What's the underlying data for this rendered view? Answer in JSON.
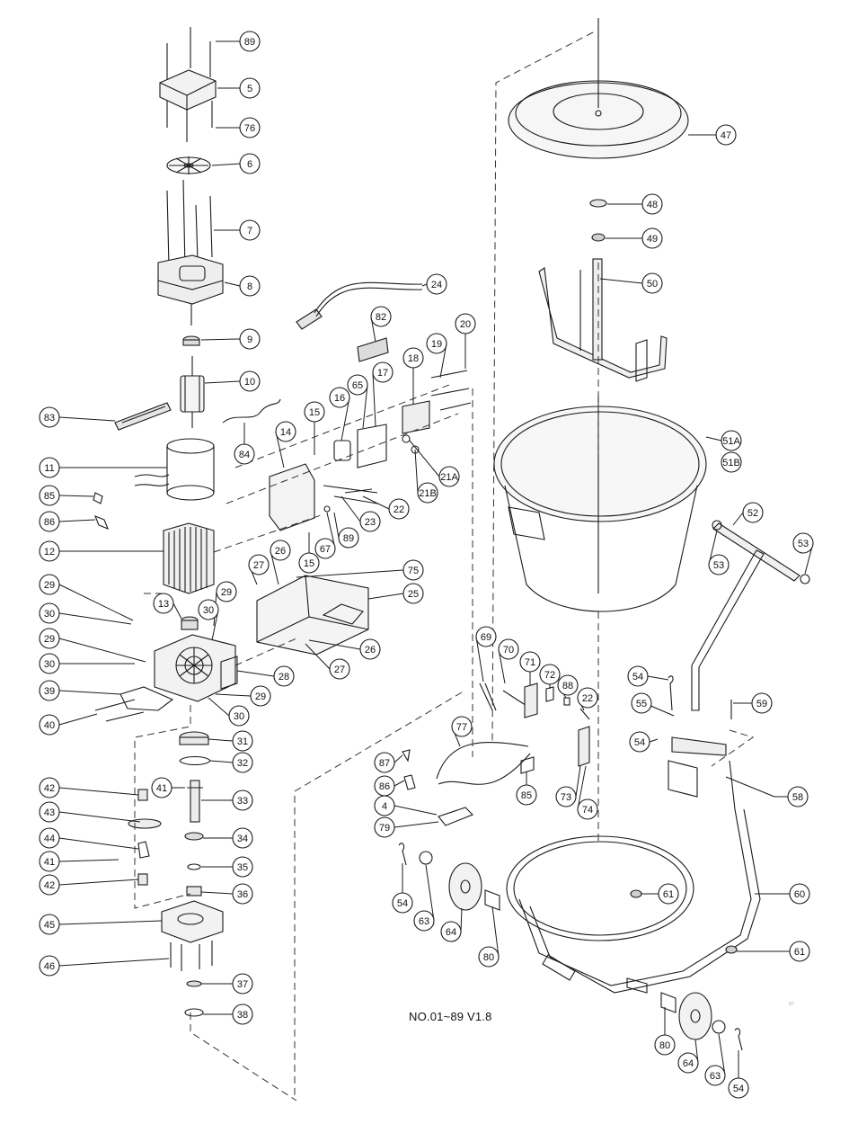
{
  "document": {
    "type": "exploded-parts-diagram",
    "footer": "NO.01~89 V1.8",
    "corner_mark": "₈₇"
  },
  "callouts": [
    "89",
    "5",
    "76",
    "6",
    "7",
    "8",
    "9",
    "10",
    "83",
    "84",
    "11",
    "85",
    "86",
    "12",
    "13",
    "29",
    "30",
    "29",
    "30",
    "39",
    "40",
    "31",
    "32",
    "41",
    "42",
    "43",
    "44",
    "41",
    "42",
    "45",
    "46",
    "37",
    "38",
    "24",
    "82",
    "16",
    "65",
    "17",
    "18",
    "19",
    "20",
    "15",
    "14",
    "21B",
    "21A",
    "22",
    "23",
    "89",
    "67",
    "15",
    "27",
    "26",
    "75",
    "25",
    "29",
    "30",
    "26",
    "27",
    "28",
    "29",
    "30",
    "33",
    "34",
    "35",
    "36",
    "47",
    "48",
    "49",
    "50",
    "51A",
    "51B",
    "52",
    "53",
    "53",
    "54",
    "55",
    "59",
    "54",
    "58",
    "69",
    "70",
    "71",
    "72",
    "88",
    "22",
    "73",
    "74",
    "77",
    "87",
    "86",
    "85",
    "4",
    "79",
    "54",
    "63",
    "64",
    "80",
    "60",
    "61",
    "61",
    "80",
    "64",
    "63",
    "54"
  ],
  "colors": {
    "ink": "#1a1a1a",
    "paper": "#ffffff",
    "dash": "#333333"
  }
}
